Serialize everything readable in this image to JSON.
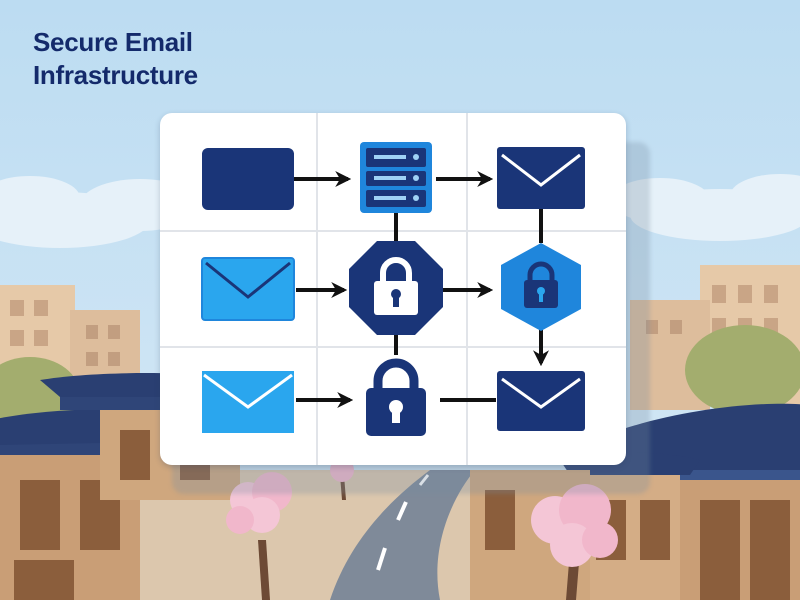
{
  "title": {
    "line1": "Secure Email",
    "line2": "Infrastructure"
  },
  "colors": {
    "navy": "#1a3578",
    "bright_blue": "#1f86dc",
    "light_blue": "#2aa6ee",
    "sky": "#bcdcf2",
    "title": "#142a6b"
  },
  "nodes": [
    {
      "id": "r1c1",
      "icon": "envelope-blank-icon"
    },
    {
      "id": "r1c2",
      "icon": "server-icon"
    },
    {
      "id": "r1c3",
      "icon": "envelope-icon"
    },
    {
      "id": "r2c1",
      "icon": "envelope-icon"
    },
    {
      "id": "r2c2",
      "icon": "octagon-lock-icon"
    },
    {
      "id": "r2c3",
      "icon": "hexagon-lock-icon"
    },
    {
      "id": "r3c1",
      "icon": "envelope-icon"
    },
    {
      "id": "r3c2",
      "icon": "padlock-icon"
    },
    {
      "id": "r3c3",
      "icon": "envelope-icon"
    }
  ]
}
